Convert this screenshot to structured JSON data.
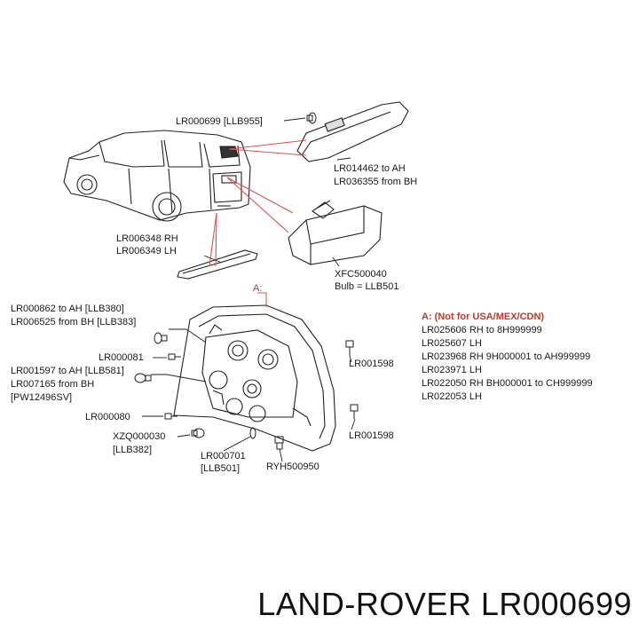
{
  "labels": {
    "brake_lamp_part": "LR000699 [LLB955]",
    "high_stop_line1": "LR014462 to AH",
    "high_stop_line2": "LR036355 from BH",
    "reflector_rh": "LR006348 RH",
    "reflector_lh": "LR006349 LH",
    "plate_lamp_part": "XFC500040",
    "plate_lamp_bulb": "Bulb = LLB501",
    "callout_a": "A:",
    "lamp_line1": "LR000862 to AH [LLB380]",
    "lamp_line2": "LR006525 from BH [LLB383]",
    "bulb_lr000081": "LR000081",
    "bulb_lr001597": "LR001597 to AH [LLB581]",
    "bulb_lr007165": "LR007165 from BH",
    "bulb_pw": "[PW12496SV]",
    "bulb_lr000080": "LR000080",
    "bulb_xzq_part": "XZQ000030",
    "bulb_xzq_ref": "[LLB382]",
    "bulb_lr000701": "LR000701",
    "bulb_llb501": "[LLB501]",
    "nut_ryh": "RYH500950",
    "screw_top": "LR001598",
    "screw_bottom": "LR001598"
  },
  "notes": {
    "header": "A: (Not for USA/MEX/CDN)",
    "lines": [
      "LR025606 RH to 8H999999",
      "LR025607 LH",
      "LR023968 RH 9H000001 to AH999999",
      "LR023971 LH",
      "LR022050 RH BH000001 to CH999999",
      "LR022053 LH"
    ]
  },
  "footer": {
    "title": "LAND-ROVER LR000699"
  },
  "colors": {
    "leader_red": "#e05050",
    "note_red": "#c0392b",
    "ink": "#1a1a1a"
  }
}
